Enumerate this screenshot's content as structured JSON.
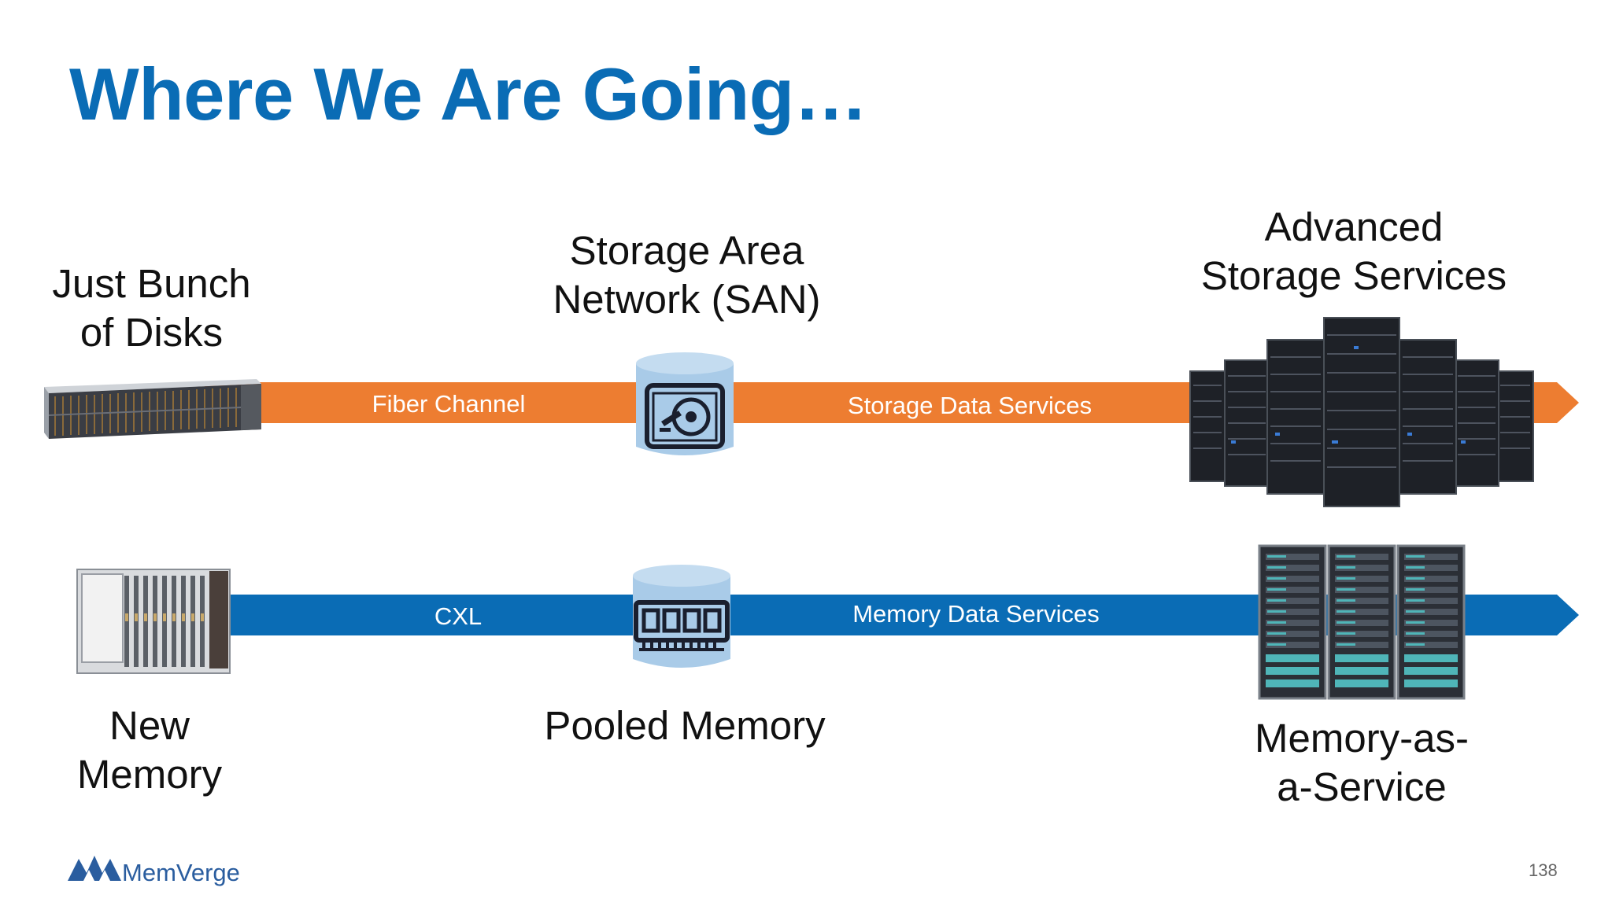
{
  "slide": {
    "title": "Where We Are Going…",
    "page_number": "138",
    "brand": "MemVerge"
  },
  "colors": {
    "title": "#0a6cb5",
    "storage_band": "#ed7d31",
    "memory_band": "#0a6cb5",
    "db_fill": "#a9cbe8",
    "icon_stroke": "#1a1f2e"
  },
  "storage_row": {
    "start_label": [
      "Just Bunch",
      "of Disks"
    ],
    "mid_label": [
      "Storage Area",
      "Network (SAN)"
    ],
    "end_label": [
      "Advanced",
      "Storage Services"
    ],
    "segment1_label": "Fiber Channel",
    "segment2_label": "Storage Data Services",
    "start_icon": "disk-array-icon",
    "mid_icon": "hard-drive-database-icon",
    "end_icon": "server-racks-icon"
  },
  "memory_row": {
    "start_label": [
      "New",
      "Memory"
    ],
    "mid_label": [
      "Pooled Memory"
    ],
    "end_label": [
      "Memory-as-",
      "a-Service"
    ],
    "segment1_label": "CXL",
    "segment2_label": "Memory Data Services",
    "start_icon": "memory-chassis-icon",
    "mid_icon": "memory-module-database-icon",
    "end_icon": "server-cabinets-icon"
  }
}
